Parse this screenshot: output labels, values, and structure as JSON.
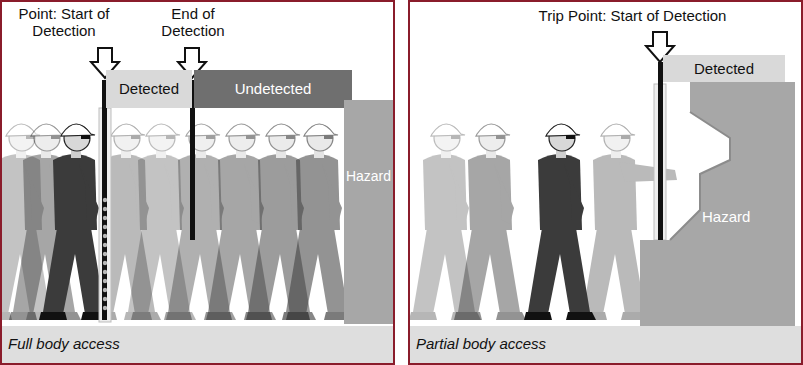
{
  "diagram": {
    "nodes": [
      {
        "text": [
          "Detected"
        ]
      },
      {
        "text": [
          "Undetected"
        ]
      },
      {
        "text": [
          "Hazard"
        ]
      },
      {
        "text": [
          "Detected"
        ]
      },
      {
        "text": [
          "Hazard"
        ]
      }
    ],
    "labels": [
      "Point: Start of Detection",
      "End of Detection",
      "Full body access",
      "Trip Point: Start of Detection",
      "Partial body access"
    ]
  }
}
